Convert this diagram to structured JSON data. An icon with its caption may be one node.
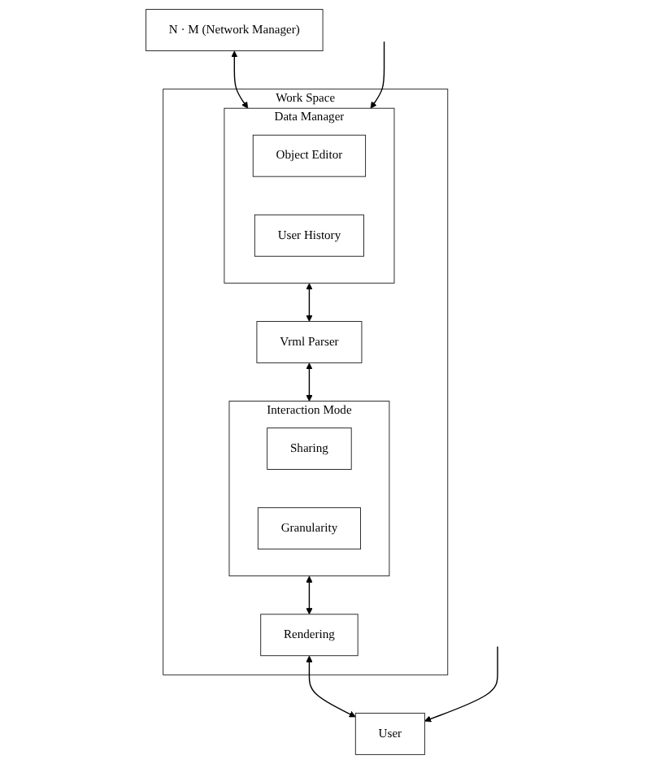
{
  "diagram": {
    "nodes": [
      {
        "text": [
          "N · M (Network Manager)"
        ]
      },
      {
        "text": [
          "Work Space"
        ]
      },
      {
        "text": [
          "Data Manager"
        ],
        "in": 1
      },
      {
        "text": [
          "Object Editor"
        ],
        "in": 2
      },
      {
        "text": [
          "User History"
        ],
        "in": 2
      },
      {
        "text": [
          "Vrml Parser"
        ],
        "in": 1
      },
      {
        "text": [
          "Interaction Mode"
        ],
        "in": 1
      },
      {
        "text": [
          "Sharing"
        ],
        "in": 6
      },
      {
        "text": [
          "Granularity"
        ],
        "in": 6
      },
      {
        "text": [
          "Rendering"
        ],
        "in": 1
      },
      {
        "text": [
          "User"
        ]
      }
    ],
    "edges": [
      {
        "from": 0,
        "to": 2,
        "arrow": "both"
      },
      {
        "from": 2,
        "to": 5,
        "arrow": "both"
      },
      {
        "from": 5,
        "to": 6,
        "arrow": "both"
      },
      {
        "from": 6,
        "to": 9,
        "arrow": "both"
      },
      {
        "from": 9,
        "to": 10,
        "arrow": "both"
      },
      {
        "from": null,
        "to": 2,
        "arrow": "to"
      },
      {
        "from": null,
        "to": 10,
        "arrow": "to"
      }
    ]
  }
}
